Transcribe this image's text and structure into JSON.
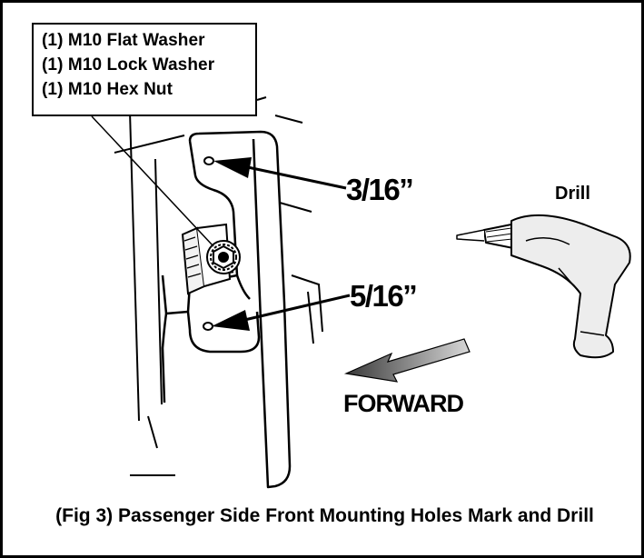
{
  "parts_list": {
    "items": [
      "(1) M10 Flat Washer",
      "(1) M10 Lock Washer",
      "(1) M10 Hex Nut"
    ]
  },
  "dimensions": {
    "upper_hole": "3/16”",
    "lower_hole": "5/16”"
  },
  "tool_label": "Drill",
  "direction_label": "FORWARD",
  "caption": "(Fig 3) Passenger Side Front Mounting Holes Mark and Drill",
  "colors": {
    "line": "#000000",
    "background": "#ffffff",
    "arrow_dark": "#3a3a3a",
    "arrow_light": "#d8d8d8",
    "drill_body": "#ededed"
  }
}
